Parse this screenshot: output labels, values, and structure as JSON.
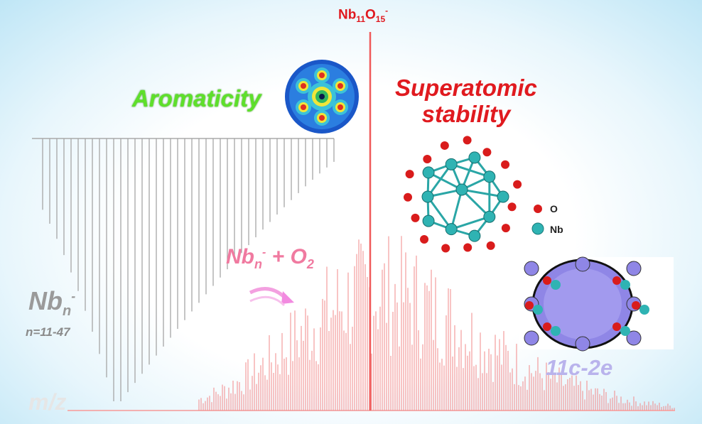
{
  "peak_label": {
    "base": "Nb",
    "sub1": "11",
    "mid": "O",
    "sub2": "15",
    "sup": "-"
  },
  "aromaticity_label": "Aromaticity",
  "superatomic_label_line1": "Superatomic",
  "superatomic_label_line2": "stability",
  "reaction_label": {
    "base": "Nb",
    "sub": "n",
    "sup": "-",
    "rest": " + O",
    "sub2": "2"
  },
  "cluster_label": {
    "base": "Nb",
    "sub": "n",
    "sup": "-"
  },
  "range_label": "n=11-47",
  "axis_label": "m/z",
  "bond_label": "11c-2e",
  "legend": [
    {
      "symbol": "O",
      "color": "#d91c1c"
    },
    {
      "symbol": "Nb",
      "color": "#2fb3b3"
    }
  ],
  "colors": {
    "gray_spectrum": "#a6a6a6",
    "red_spectrum": "#f28b8b",
    "main_peak": "#f05a5a"
  }
}
